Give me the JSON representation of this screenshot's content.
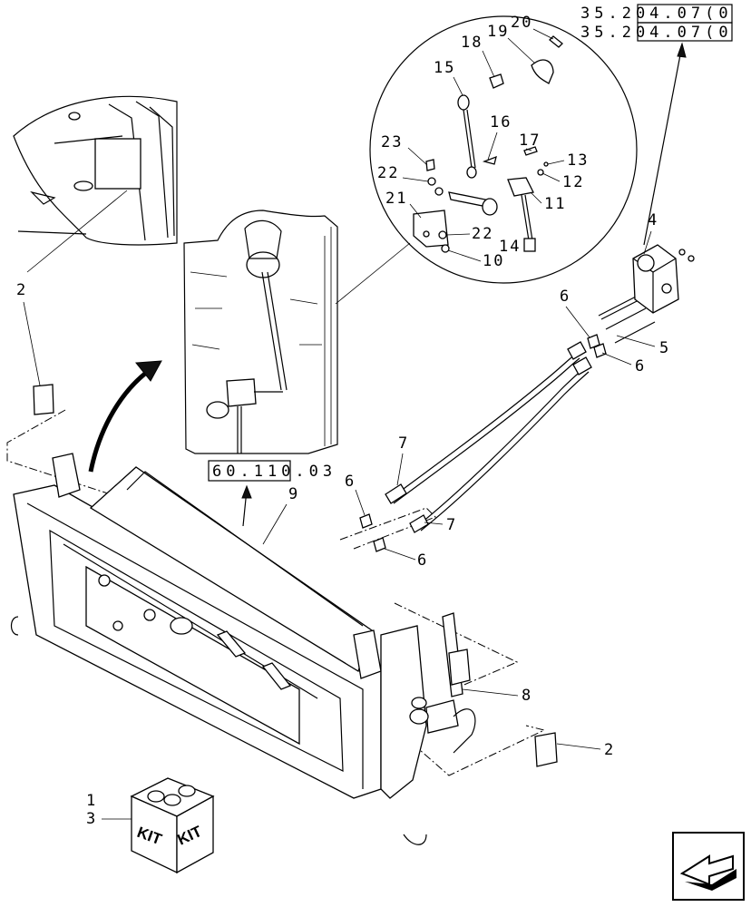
{
  "references": {
    "ref_top_1": "35.204.07(0",
    "ref_top_2": "35.204.07(0",
    "ref_mid": "60.110.03"
  },
  "callouts": {
    "c1": "1",
    "c2a": "2",
    "c2b": "2",
    "c3": "3",
    "c4": "4",
    "c5": "5",
    "c6a": "6",
    "c6b": "6",
    "c6c": "6",
    "c6d": "6",
    "c7a": "7",
    "c7b": "7",
    "c8": "8",
    "c9": "9",
    "c10": "10",
    "c11": "11",
    "c12": "12",
    "c13": "13",
    "c14": "14",
    "c15": "15",
    "c16": "16",
    "c17": "17",
    "c18": "18",
    "c19": "19",
    "c20": "20",
    "c21": "21",
    "c22a": "22",
    "c22b": "22",
    "c23": "23"
  },
  "kit_label_left": "KIT",
  "kit_label_right": "KIT"
}
